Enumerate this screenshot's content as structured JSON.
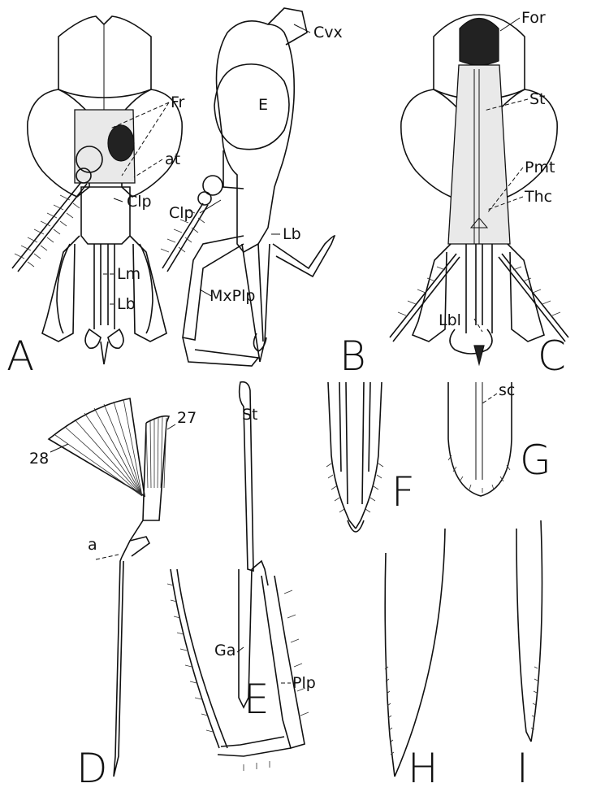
{
  "figure": {
    "panels": {
      "A": {
        "letter": "A",
        "labels": {
          "fr": "Fr",
          "at": "at",
          "clp": "Clp",
          "lm": "Lm",
          "lb": "Lb"
        }
      },
      "B": {
        "letter": "B",
        "labels": {
          "cvx": "Cvx",
          "e": "E",
          "clp": "Clp",
          "lb": "Lb",
          "mxplp": "MxPlp"
        }
      },
      "C": {
        "letter": "C",
        "labels": {
          "for": "For",
          "st": "St",
          "pmt": "Pmt",
          "thc": "Thc",
          "lbl": "Lbl"
        }
      },
      "D": {
        "letter": "D",
        "labels": {
          "n28": "28",
          "n27": "27",
          "a": "a"
        }
      },
      "E": {
        "letter": "E",
        "labels": {
          "st": "St",
          "ga": "Ga",
          "plp": "Plp"
        }
      },
      "F": {
        "letter": "F"
      },
      "G": {
        "letter": "G",
        "labels": {
          "sc": "sc"
        }
      },
      "H": {
        "letter": "H"
      },
      "I": {
        "letter": "I"
      }
    }
  }
}
